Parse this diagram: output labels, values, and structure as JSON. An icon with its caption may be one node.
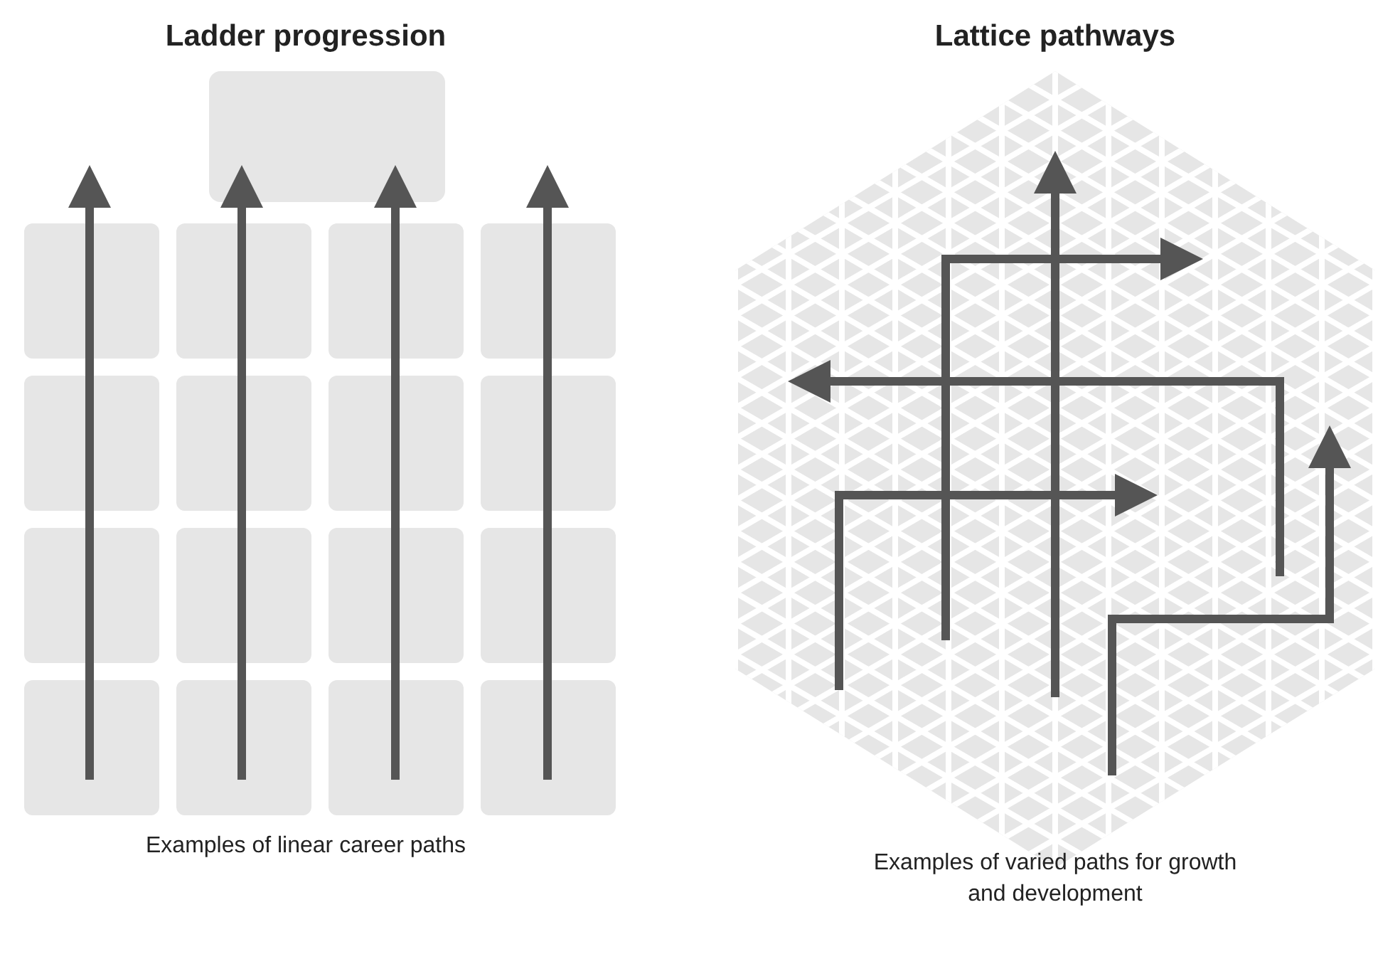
{
  "diagram": {
    "labels": [
      "Ladder progression",
      "Lattice pathways",
      "Examples of linear career paths",
      "Examples of varied paths for growth and development"
    ]
  }
}
